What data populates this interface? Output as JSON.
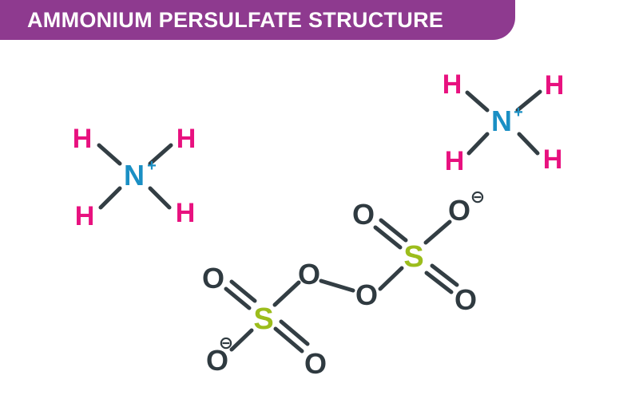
{
  "title": "AMMONIUM PERSULFATE STRUCTURE",
  "colors": {
    "banner": "#8e3a8f",
    "hydrogen": "#e8117f",
    "nitrogen": "#1a8fc4",
    "sulfur": "#9cbd1c",
    "oxygen": "#2f3a40",
    "bond": "#333e44"
  },
  "atoms": {
    "hydrogen": "H",
    "nitrogen": "N",
    "sulfur": "S",
    "oxygen": "O",
    "positive_charge": "+",
    "negative_charge": "⊖"
  }
}
